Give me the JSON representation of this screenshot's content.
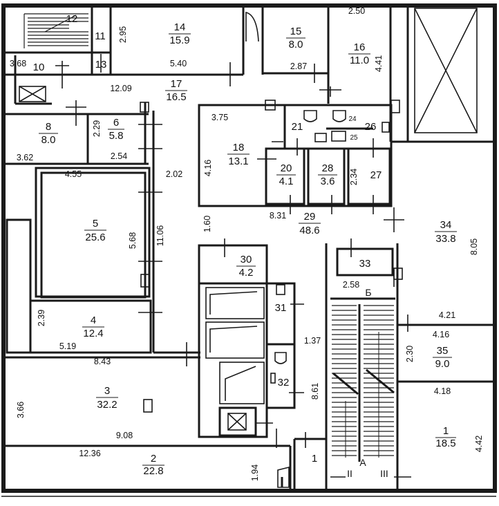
{
  "rooms": [
    {
      "id": "1",
      "number": "1",
      "area": "18.5"
    },
    {
      "id": "2",
      "number": "2",
      "area": "22.8"
    },
    {
      "id": "3",
      "number": "3",
      "area": "32.2"
    },
    {
      "id": "4",
      "number": "4",
      "area": "12.4"
    },
    {
      "id": "5",
      "number": "5",
      "area": "25.6"
    },
    {
      "id": "6",
      "number": "6",
      "area": "5.8"
    },
    {
      "id": "8",
      "number": "8",
      "area": "8.0"
    },
    {
      "id": "10",
      "number": "10",
      "area": ""
    },
    {
      "id": "11",
      "number": "11",
      "area": ""
    },
    {
      "id": "12",
      "number": "12",
      "area": ""
    },
    {
      "id": "13",
      "number": "13",
      "area": ""
    },
    {
      "id": "14",
      "number": "14",
      "area": "15.9"
    },
    {
      "id": "15",
      "number": "15",
      "area": "8.0"
    },
    {
      "id": "16",
      "number": "16",
      "area": "11.0"
    },
    {
      "id": "17",
      "number": "17",
      "area": "16.5"
    },
    {
      "id": "18",
      "number": "18",
      "area": "13.1"
    },
    {
      "id": "20",
      "number": "20",
      "area": "4.1"
    },
    {
      "id": "21",
      "number": "21",
      "area": ""
    },
    {
      "id": "24",
      "number": "24",
      "area": ""
    },
    {
      "id": "25",
      "number": "25",
      "area": ""
    },
    {
      "id": "26",
      "number": "26",
      "area": ""
    },
    {
      "id": "27",
      "number": "27",
      "area": ""
    },
    {
      "id": "28",
      "number": "28",
      "area": "3.6"
    },
    {
      "id": "29",
      "number": "29",
      "area": "48.6"
    },
    {
      "id": "30",
      "number": "30",
      "area": "4.2"
    },
    {
      "id": "31",
      "number": "31",
      "area": ""
    },
    {
      "id": "32",
      "number": "32",
      "area": ""
    },
    {
      "id": "33",
      "number": "33",
      "area": ""
    },
    {
      "id": "34",
      "number": "34",
      "area": "33.8"
    },
    {
      "id": "35",
      "number": "35",
      "area": "9.0"
    },
    {
      "id": "1b",
      "number": "1",
      "area": ""
    }
  ],
  "dimensions": [
    "2.95",
    "3.68",
    "5.40",
    "2.50",
    "2.87",
    "4.41",
    "12.09",
    "3.75",
    "2.29",
    "2.54",
    "3.62",
    "4.55",
    "2.02",
    "4.16",
    "8.31",
    "2.34",
    "1.60",
    "11.06",
    "5.68",
    "8.05",
    "2.58",
    "4.21",
    "2.39",
    "5.19",
    "4.16",
    "2.30",
    "1.37",
    "8.43",
    "3.66",
    "9.08",
    "8.61",
    "4.18",
    "4.42",
    "12.36",
    "1.94"
  ],
  "stair_marks": {
    "stair_b": "Б",
    "stair_a": "А",
    "exit_ii": "II",
    "exit_iii": "III"
  }
}
